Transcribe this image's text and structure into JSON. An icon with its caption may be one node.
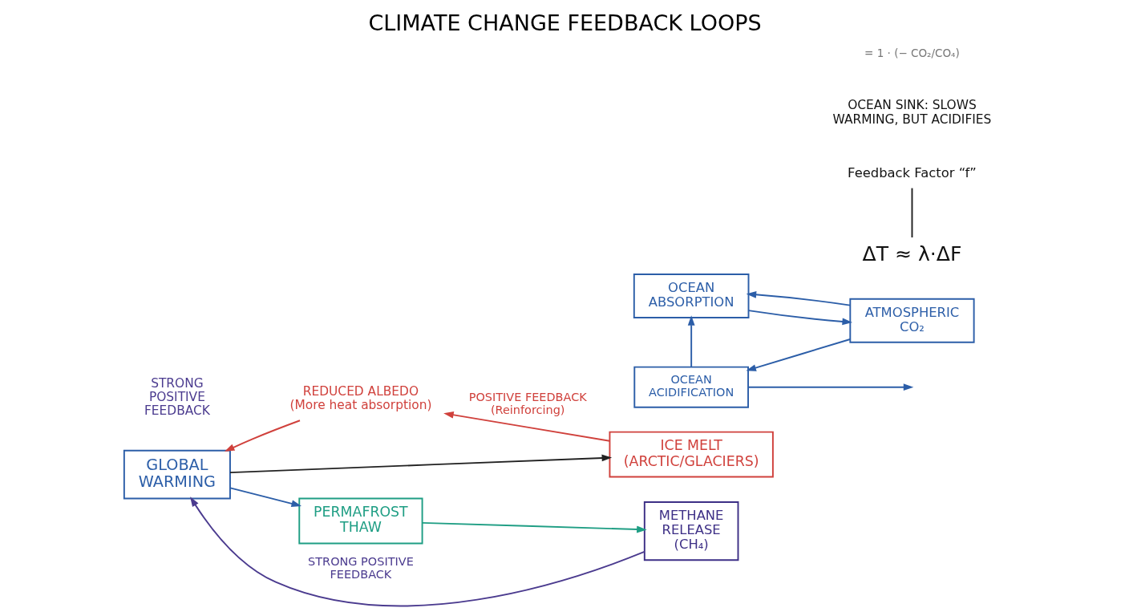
{
  "diagram": {
    "title": "CLIMATE CHANGE FEEDBACK LOOPS",
    "nodes": [
      {
        "text": [
          "REDUCED ALBEDO",
          "(More heat absorption)"
        ]
      },
      {
        "text": [
          "GLOBAL WARMING"
        ]
      },
      {
        "text": [
          "ICE MELT",
          "(ARCTIC/GLACIERS)"
        ]
      },
      {
        "text": [
          "OCEAN ABSORPTION"
        ]
      },
      {
        "text": [
          "ATMOSPHERIC CO₂"
        ]
      },
      {
        "text": [
          "OCEAN ACIDIFICATION"
        ]
      },
      {
        "text": [
          "PERMAFROST THAW"
        ]
      },
      {
        "text": [
          "METHANE RELEASE (CH₄)"
        ]
      },
      {
        "text": [
          "ΔT ≈ λ·ΔF"
        ]
      },
      {
        "text": [
          "Feedback Factor “f”"
        ]
      }
    ],
    "edges": [
      {
        "from": 1,
        "to": 2,
        "arrow": "to",
        "color": "#222222"
      },
      {
        "from": 2,
        "to": 0,
        "arrow": "to",
        "label": "POSITIVE FEEDBACK (Reinforcing)",
        "color": "#d0413c"
      },
      {
        "from": 0,
        "to": 1,
        "arrow": "to",
        "color": "#d0413c"
      },
      {
        "from": 1,
        "to": 6,
        "arrow": "to"
      },
      {
        "from": 6,
        "to": 7,
        "arrow": "to",
        "color": "#1f9e84"
      },
      {
        "from": 7,
        "to": 1,
        "arrow": "to",
        "label": "STRONG POSITIVE FEEDBACK",
        "color": "#4b3b8f"
      },
      {
        "from": 3,
        "to": 4,
        "arrow": "to"
      },
      {
        "from": 4,
        "to": 3,
        "arrow": "to"
      },
      {
        "from": 5,
        "to": null,
        "arrow": "to"
      },
      {
        "from": 5,
        "to": 3,
        "arrow": "to"
      },
      {
        "from": 4,
        "to": 5,
        "arrow": "to"
      },
      {
        "from": 9,
        "to": 8,
        "arrow": "none",
        "color": "#222222"
      }
    ],
    "labels": [
      "STRONG POSITIVE FEEDBACK",
      "OCEAN SINK: SLOWS WARMING, BUT ACIDIFIES",
      "= 1 · (− CO₂/CO₄)"
    ]
  }
}
